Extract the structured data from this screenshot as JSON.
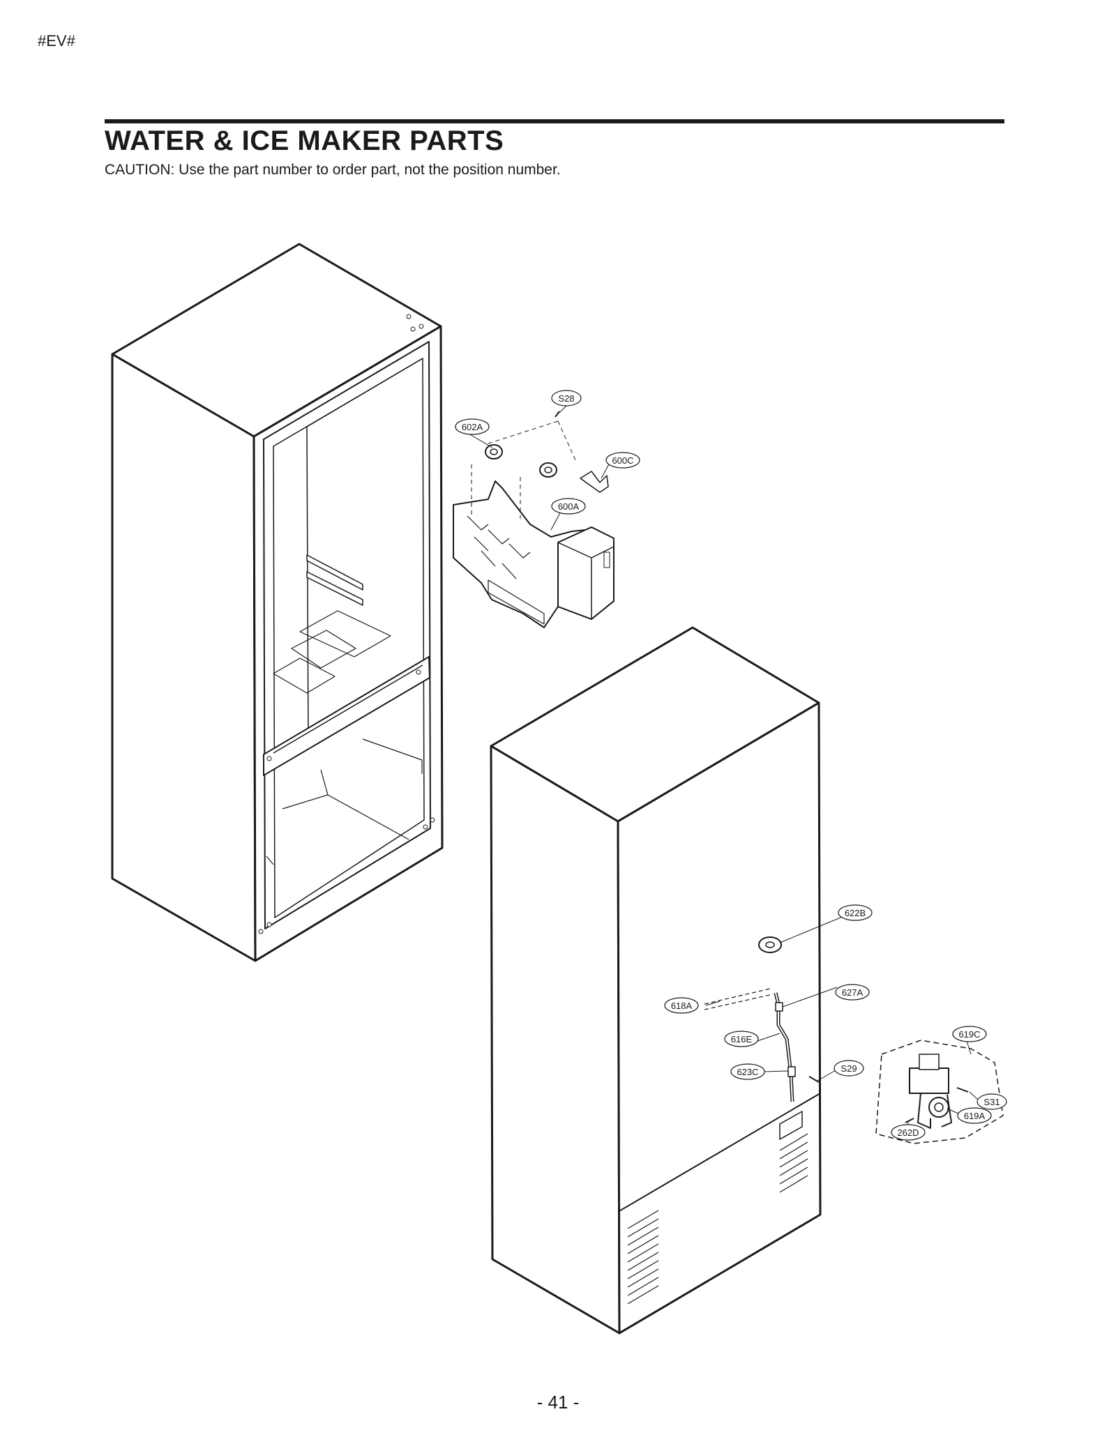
{
  "header": {
    "page_code": "#EV#"
  },
  "title": "WATER & ICE MAKER PARTS",
  "caution": "CAUTION: Use the part number to order part, not the position number.",
  "callouts": {
    "s28": "S28",
    "p602a": "602A",
    "p600c": "600C",
    "p600a": "600A",
    "p622b": "622B",
    "p627a": "627A",
    "p618a": "618A",
    "p616e": "616E",
    "p623c": "623C",
    "s29": "S29",
    "p619c": "619C",
    "s31": "S31",
    "p619a": "619A",
    "p262d": "262D"
  },
  "footer": {
    "page_number": "- 41 -"
  }
}
